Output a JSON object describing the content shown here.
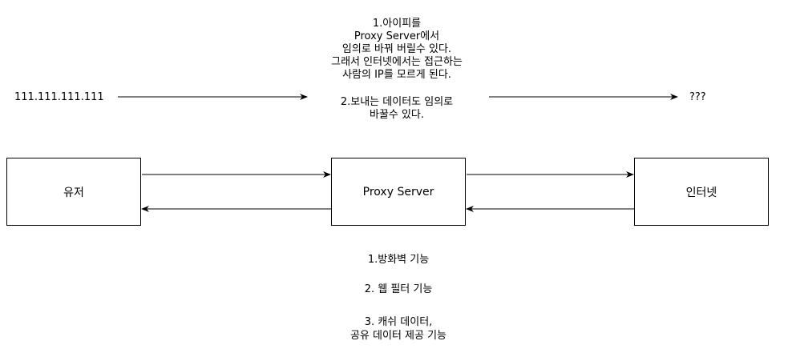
{
  "top_note": {
    "lines": [
      "1.아이피를",
      "Proxy Server에서",
      "임의로 바꿔 버릴수 있다.",
      "그래서 인터넷에서는 접근하는",
      "사람의 IP를 모르게 된다.",
      "",
      "2.보내는 데이터도 임의로",
      "바꿀수 있다."
    ]
  },
  "ip_label": "111.111.111.111",
  "unknown_label": "???",
  "boxes": {
    "user": "유저",
    "proxy": "Proxy Server",
    "internet": "인터넷"
  },
  "bottom_note": {
    "item1": "1.방화벽 기능",
    "item2": "2. 웹 필터 기능",
    "item3_line1": "3. 캐쉬 데이터,",
    "item3_line2": "공유 데이터 제공 기능"
  },
  "colors": {
    "stroke": "#000000",
    "background": "#ffffff"
  }
}
